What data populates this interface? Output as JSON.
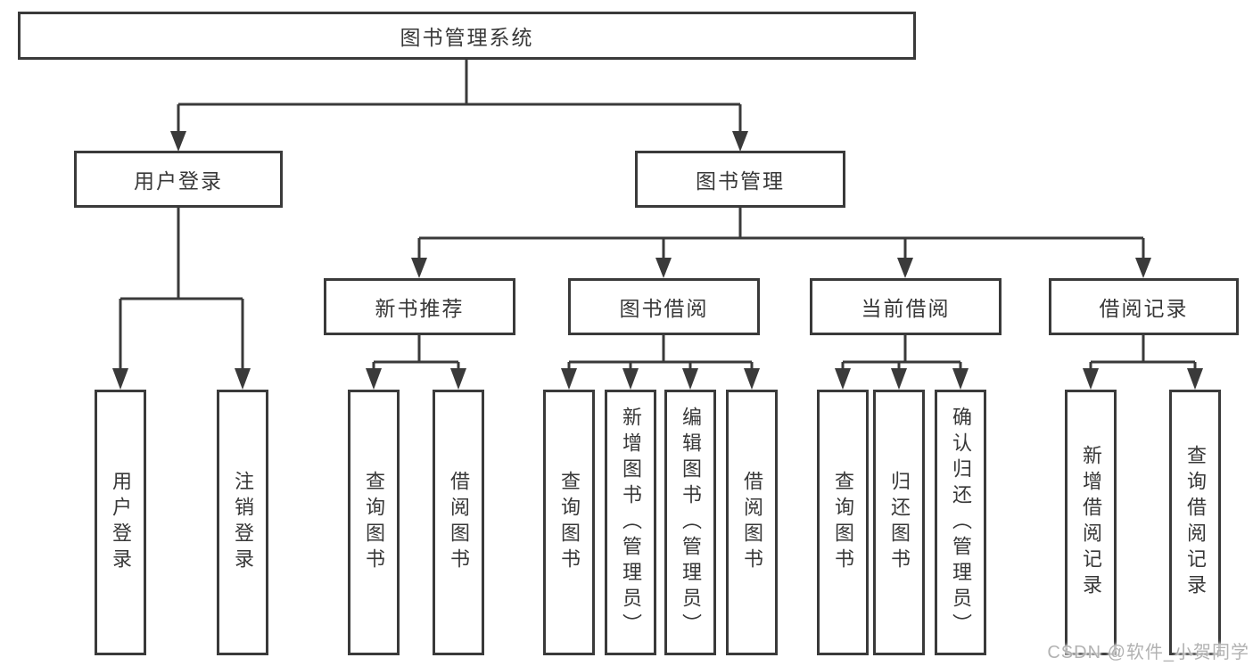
{
  "diagram": {
    "root": {
      "label": "图书管理系统"
    },
    "login_branch": {
      "label": "用户登录",
      "children": [
        {
          "label": "用户登录"
        },
        {
          "label": "注销登录"
        }
      ]
    },
    "mgmt_branch": {
      "label": "图书管理",
      "sections": [
        {
          "label": "新书推荐",
          "children": [
            {
              "label": "查询图书"
            },
            {
              "label": "借阅图书"
            }
          ]
        },
        {
          "label": "图书借阅",
          "children": [
            {
              "label": "查询图书"
            },
            {
              "label": "新增图书（管理员）"
            },
            {
              "label": "编辑图书（管理员）"
            },
            {
              "label": "借阅图书"
            }
          ]
        },
        {
          "label": "当前借阅",
          "children": [
            {
              "label": "查询图书"
            },
            {
              "label": "归还图书"
            },
            {
              "label": "确认归还（管理员）"
            }
          ]
        },
        {
          "label": "借阅记录",
          "children": [
            {
              "label": "新增借阅记录"
            },
            {
              "label": "查询借阅记录"
            }
          ]
        }
      ]
    },
    "colors": {
      "line": "#3a3a3a",
      "node_border": "#3a3a3a",
      "node_fill": "#ffffff",
      "text": "#383838",
      "watermark": "#b2b2b2"
    }
  },
  "watermark": {
    "text": "CSDN @软件_小贺同学"
  }
}
